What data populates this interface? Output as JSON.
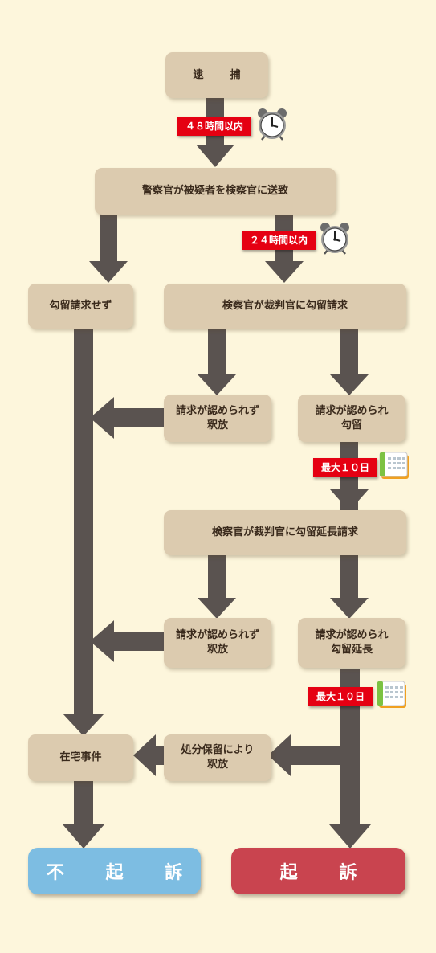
{
  "nodes": {
    "arrest": "逮　捕",
    "send_to_prosecutor": "警察官が被疑者を検察官に送致",
    "no_detention_request": "勾留請求せず",
    "detention_request": "検察官が裁判官に勾留請求",
    "request_denied_release_1": "請求が認められず\n釈放",
    "request_granted_detention": "請求が認められ\n勾留",
    "extension_request": "検察官が裁判官に勾留延長請求",
    "request_denied_release_2": "請求が認められず\n釈放",
    "request_granted_extension": "請求が認められ\n勾留延長",
    "at_home_case": "在宅事件",
    "release_pending_disposition": "処分保留により\n釈放",
    "non_prosecution": "不 起 訴",
    "prosecution": "起 訴"
  },
  "time_limits": {
    "limit_48h": "４８時間以内",
    "limit_24h": "２４時間以内",
    "max_10_days_1": "最大１０日",
    "max_10_days_2": "最大１０日"
  },
  "colors": {
    "background": "#fdf6dc",
    "box": "#dccbaf",
    "arrow": "#5a5350",
    "tag": "#e50012",
    "non_prosecution": "#7dbde2",
    "prosecution": "#c9444f"
  },
  "icons": {
    "clock": "alarm-clock-icon",
    "calendar": "calendar-icon"
  }
}
